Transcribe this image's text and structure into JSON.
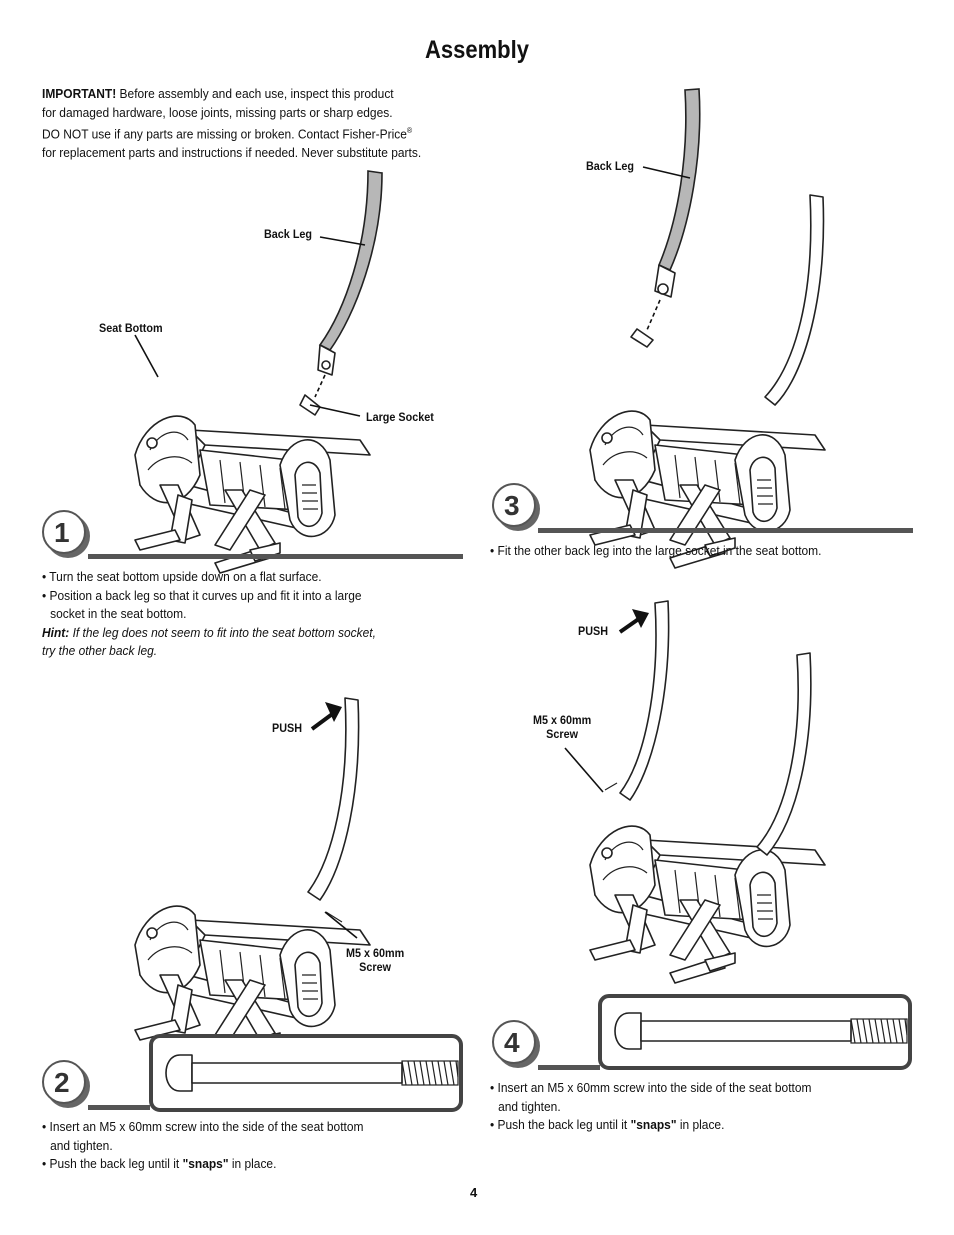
{
  "header": {
    "title": "Assembly"
  },
  "important": {
    "lead": "IMPORTANT!",
    "line1": " Before assembly and each use, inspect this product",
    "line2": "for damaged hardware, loose joints, missing parts or sharp edges.",
    "line3": "DO NOT use if any parts are missing or broken.  Contact Fisher-Price",
    "reg": "®",
    "line4": "for replacement parts and instructions if needed. Never substitute parts."
  },
  "step1": {
    "number": "1",
    "labels": {
      "back_leg": "Back Leg",
      "seat_bottom": "Seat Bottom",
      "large_socket": "Large Socket"
    },
    "bullet1": "• Turn the seat bottom upside down on a flat surface.",
    "bullet2_line1": "• Position a back leg so that it curves up and fit it into a large",
    "bullet2_line2": "socket in the seat bottom.",
    "hint_lead": "Hint:",
    "hint_line1": " If the leg does not seem to fit into the seat bottom socket,",
    "hint_line2": "try the other back leg."
  },
  "step2": {
    "number": "2",
    "labels": {
      "push": "PUSH",
      "screw_line1": "M5 x 60mm",
      "screw_line2": "Screw"
    },
    "bullet1_line1": "• Insert an M5 x 60mm screw into the side of the seat bottom",
    "bullet1_line2": "and tighten.",
    "bullet2_pre": "• Push the back leg until it ",
    "bullet2_bold": "\"snaps\"",
    "bullet2_post": " in place."
  },
  "step3": {
    "number": "3",
    "labels": {
      "back_leg": "Back Leg"
    },
    "bullet1": "• Fit the other back leg into the large socket in the seat bottom."
  },
  "step4": {
    "number": "4",
    "labels": {
      "push": "PUSH",
      "screw_line1": "M5 x 60mm",
      "screw_line2": "Screw"
    },
    "bullet1_line1": "• Insert an M5 x 60mm screw into the side of the seat bottom",
    "bullet1_line2": "and tighten.",
    "bullet2_pre": "• Push the back leg until it ",
    "bullet2_bold": "\"snaps\"",
    "bullet2_post": " in place."
  },
  "footer": {
    "page_number": "4"
  }
}
